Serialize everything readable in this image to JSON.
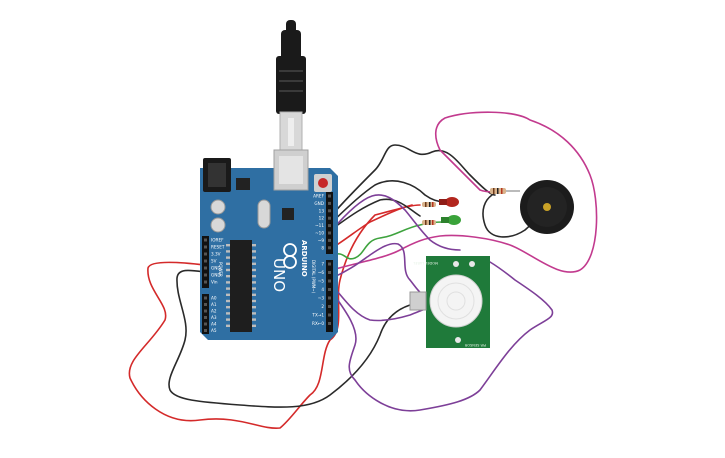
{
  "board": {
    "brand": "ARDUINO",
    "model": "UNO",
    "reset_label": "RESET",
    "power_header_label": "POWER",
    "analog_header_label": "ANALOG IN",
    "digital_header_label": "DIGITAL (PWM~)",
    "power_pins": [
      "IOREF",
      "RESET",
      "3.3V",
      "5V",
      "GND",
      "GND",
      "Vin"
    ],
    "analog_pins": [
      "A0",
      "A1",
      "A2",
      "A3",
      "A4",
      "A5"
    ],
    "top_pins": [
      "AREF",
      "GND",
      "13",
      "12",
      "~11",
      "~10",
      "~9",
      "8"
    ],
    "bottom_pins": [
      "7",
      "~6",
      "~5",
      "4",
      "~3",
      "2",
      "TX→1",
      "RX←0"
    ]
  },
  "pir": {
    "top_label": "MODEL LABEL",
    "bottom_label": "PIR SENSOR"
  },
  "colors": {
    "board": "#2f6fa3",
    "board_dark": "#245a86",
    "wire_red": "#d42a2a",
    "wire_black": "#2a2a2a",
    "wire_purple": "#7d3f98",
    "wire_magenta": "#c23a8e",
    "wire_green": "#3ea33e",
    "led_red": "#b3261e",
    "led_green": "#3aa33a",
    "pir_board": "#1f7a3a"
  }
}
